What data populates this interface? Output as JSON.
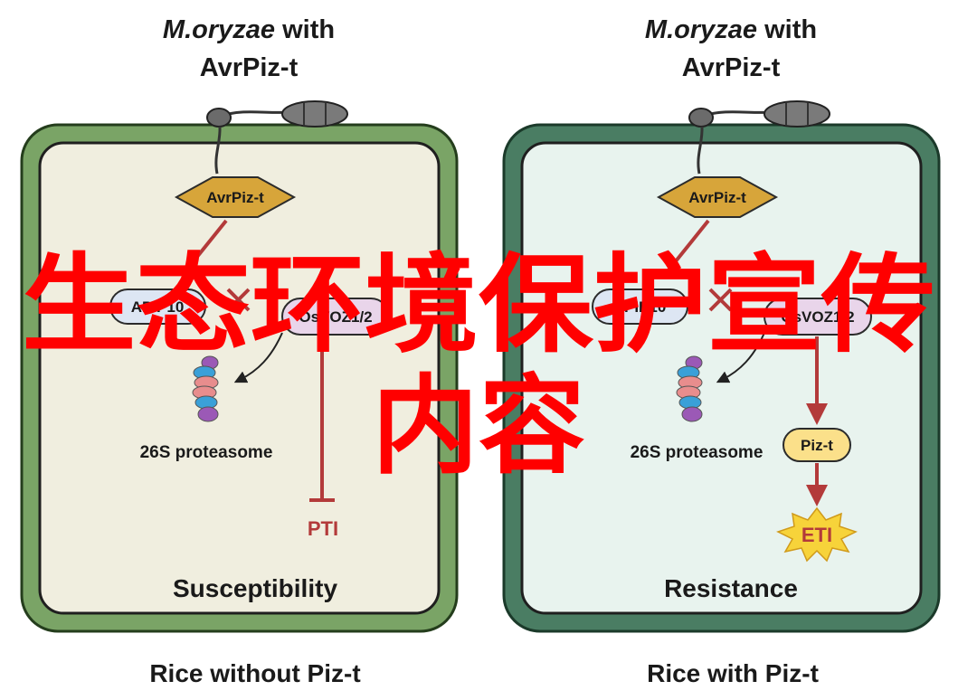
{
  "left_panel": {
    "title_italic": "M.oryzae",
    "title_rest": " with",
    "title_line2": "AvrPiz-t",
    "effector": "AvrPiz-t",
    "apip": "APIP10",
    "osvoz": "OsVOZ1/2",
    "proteasome": "26S proteasome",
    "pti": "PTI",
    "outcome": "Susceptibility",
    "caption": "Rice without Piz-t"
  },
  "right_panel": {
    "title_italic": "M.oryzae",
    "title_rest": " with",
    "title_line2": "AvrPiz-t",
    "effector": "AvrPiz-t",
    "apip": "APIP10",
    "osvoz": "OsVOZ1/2",
    "proteasome": "26S proteasome",
    "piz": "Piz-t",
    "eti": "ETI",
    "outcome": "Resistance",
    "caption": "Rice with Piz-t"
  },
  "watermark": {
    "line1": "生态环境保护宣传",
    "line2": "内容"
  },
  "colors": {
    "left_wall": "#7aa466",
    "left_interior": "#f0eedf",
    "right_wall": "#4a7d63",
    "right_interior": "#e8f3ee",
    "effector": "#d7a53a",
    "apip_fill": "#dde6f3",
    "osvoz_fill": "#e9d5ea",
    "piz_fill": "#fbe08a",
    "eti_fill": "#f7d33a",
    "arrow_red": "#b33a3a",
    "watermark": "#ff0000"
  },
  "icons": [
    "fungus-spore-icon",
    "proteasome-icon",
    "inhibition-x-icon"
  ]
}
